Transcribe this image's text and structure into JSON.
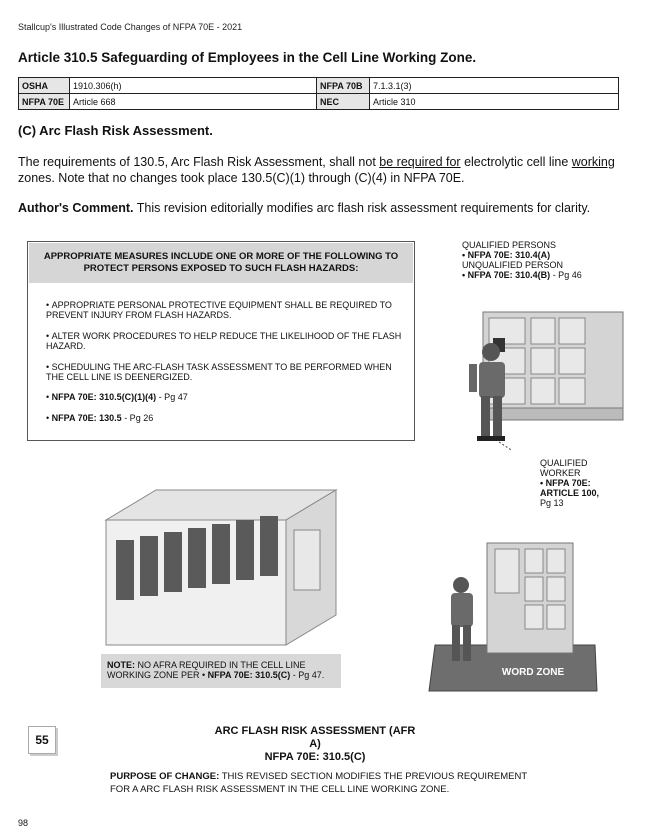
{
  "header": "Stallcup's Illustrated Code Changes of NFPA 70E - 2021",
  "title": "Article 310.5   Safeguarding of Employees in the Cell Line Working Zone.",
  "refs": {
    "r1": [
      "OSHA",
      "1910.306(h)",
      "NFPA 70B",
      "7.1.3.1(3)"
    ],
    "r2": [
      "NFPA 70E",
      "Article 668",
      "NEC",
      "Article 310"
    ]
  },
  "section_heading": "(C) Arc Flash Risk Assessment.",
  "para": {
    "p1": "The requirements of 130.5, Arc Flash Risk Assessment, shall not ",
    "u1": "be required for",
    "p2": " electrolytic cell line ",
    "u2": "working",
    "p3": " zones. Note that no changes took place 130.5(C)(1) through (C)(4) in NFPA 70E."
  },
  "author": {
    "label": "Author's Comment.",
    "text": " This revision editorially modifies arc flash risk assessment requirements for clarity."
  },
  "box": {
    "heading1": "APPROPRIATE MEASURES INCLUDE ONE OR MORE OF THE FOLLOWING TO",
    "heading2": "PROTECT PERSONS EXPOSED TO SUCH FLASH HAZARDS:",
    "items": [
      "APPROPRIATE PERSONAL PROTECTIVE EQUIPMENT SHALL BE REQUIRED TO PREVENT INJURY FROM FLASH HAZARDS.",
      "ALTER WORK PROCEDURES TO HELP REDUCE THE LIKELIHOOD OF THE FLASH HAZARD.",
      "SCHEDULING THE ARC-FLASH TASK ASSESSMENT TO BE PERFORMED WHEN THE CELL LINE IS DEENERGIZED."
    ],
    "ref1": "NFPA 70E: 310.5(C)(1)(4)",
    "ref1_pg": " - Pg 47",
    "ref2": "NFPA 70E: 130.5",
    "ref2_pg": " - Pg 26"
  },
  "qualified": {
    "l1": "QUALIFIED PERSONS",
    "l2": "• NFPA 70E: 310.4(A)",
    "l3": "UNQUALIFIED PERSON",
    "l4": "• NFPA 70E: 310.4(B)",
    "l4pg": " - Pg 46"
  },
  "worker": {
    "l1": "QUALIFIED",
    "l2": "WORKER",
    "l3": "• NFPA 70E:",
    "l4": "ARTICLE 100,",
    "l5": "Pg 13"
  },
  "note": {
    "label": "NOTE:",
    "t1": " NO AFRA REQUIRED IN THE CELL LINE",
    "t2": "WORKING ZONE  PER • ",
    "ref": "NFPA 70E: 310.5(C)",
    "pg": " - Pg 47."
  },
  "zone_label": "WORD ZONE",
  "page_badge": "55",
  "caption": {
    "l1": "ARC FLASH RISK ASSESSMENT (AFR A)",
    "l2": "NFPA 70E: 310.5(C)"
  },
  "purpose": {
    "label": "PURPOSE OF CHANGE:",
    "t1": " THIS REVISED SECTION MODIFIES THE PREVIOUS REQUIREMENT",
    "t2": "FOR A ARC FLASH RISK ASSESSMENT IN THE CELL LINE WORKING ZONE."
  },
  "page_number": "98",
  "colors": {
    "gray_box": "#d6d6d6",
    "zone": "#6e6e6e",
    "equipment": "#cfcfcf"
  }
}
